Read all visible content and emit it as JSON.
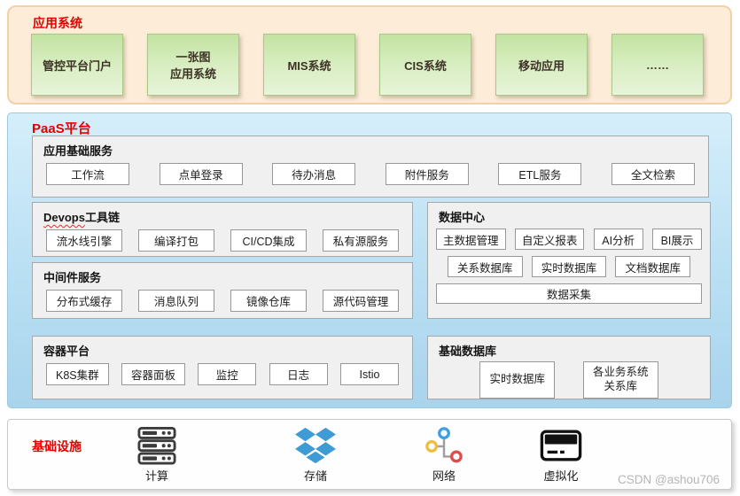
{
  "app_section": {
    "title": "应用系统",
    "boxes": [
      "管控平台门户",
      "一张图\n应用系统",
      "MIS系统",
      "CIS系统",
      "移动应用",
      "……"
    ]
  },
  "paas": {
    "title": "PaaS平台",
    "app_services": {
      "title": "应用基础服务",
      "items": [
        "工作流",
        "点单登录",
        "待办消息",
        "附件服务",
        "ETL服务",
        "全文检索"
      ]
    },
    "devops": {
      "title_en": "Devops",
      "title_zh": "工具链",
      "items": [
        "流水线引擎",
        "编译打包",
        "CI/CD集成",
        "私有源服务"
      ]
    },
    "middleware": {
      "title": "中间件服务",
      "items": [
        "分布式缓存",
        "消息队列",
        "镜像仓库",
        "源代码管理"
      ]
    },
    "container": {
      "title": "容器平台",
      "items": [
        "K8S集群",
        "容器面板",
        "监控",
        "日志",
        "Istio"
      ]
    },
    "datacenter": {
      "title": "数据中心",
      "row1": [
        "主数据管理",
        "自定义报表",
        "AI分析",
        "BI展示"
      ],
      "row2": [
        "关系数据库",
        "实时数据库",
        "文档数据库"
      ],
      "row3": "数据采集"
    },
    "basedb": {
      "title": "基础数据库",
      "items": [
        "实时数据库",
        "各业务系统\n关系库"
      ]
    }
  },
  "infra": {
    "title": "基础设施",
    "items": [
      {
        "icon": "server-stack-icon",
        "label": "计算"
      },
      {
        "icon": "storage-box-icon",
        "label": "存储"
      },
      {
        "icon": "network-nodes-icon",
        "label": "网络"
      },
      {
        "icon": "virtualization-card-icon",
        "label": "虚拟化"
      }
    ]
  },
  "watermark": "CSDN @ashou706",
  "colors": {
    "section_title_red": "#e60000",
    "app_band_bg": "#fcecd8",
    "app_box_green": "#c3e3a2",
    "paas_band_blue": "#b9dff3",
    "panel_gray": "#f0f0f0",
    "storage_blue": "#3f9bd5",
    "network_blue": "#3fa0df",
    "network_yellow": "#edbe3c",
    "network_red": "#e14b4b",
    "icon_dark": "#3c3c3c"
  }
}
